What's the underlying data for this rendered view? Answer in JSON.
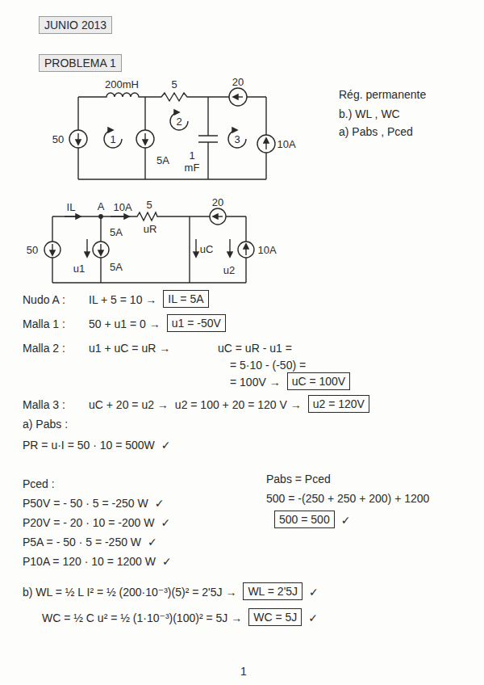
{
  "diagram": {
    "title": "JUNIO 2013",
    "nodes": [
      {
        "text": [
          "IL = 5A"
        ]
      },
      {
        "text": [
          "u1 = -50V"
        ]
      },
      {
        "text": [
          "uC = 100V"
        ]
      },
      {
        "text": [
          "u2 = 120V"
        ]
      },
      {
        "text": [
          "500 = 500"
        ]
      },
      {
        "text": [
          "WL = 2'5J"
        ]
      },
      {
        "text": [
          "WC = 5J"
        ]
      }
    ],
    "labels": [
      "PROBLEMA 1",
      "Rég. permanente",
      "b.) WL , WC",
      "a) Pabs , Pced",
      "50",
      "200mH",
      "5",
      "20",
      "1",
      "2",
      "3",
      "5A",
      "1 mF",
      "10A",
      "IL",
      "A",
      "10A",
      "5",
      "uR",
      "20",
      "50",
      "5A",
      "u1",
      "5A",
      "uC",
      "u2",
      "10A",
      "Nudo A :",
      "IL + 5 = 10 →",
      "Malla 1 :",
      "50 + u1 = 0 →",
      "Malla 2 :",
      "u1 + uC = uR →",
      "uC = uR - u1 =",
      "= 5·10 - (-50) =",
      "= 100V →",
      "Malla 3 :",
      "uC + 20 = u2 →",
      "u2 = 100 + 20 = 120 V →",
      "a) Pabs :",
      "PR = u·I = 50 · 10 = 500W",
      "✓",
      "Pced :",
      "P50V = - 50 · 5 = -250 W",
      "✓",
      "P20V = - 20 · 10 = -200 W",
      "✓",
      "P5A = - 50 · 5 = -250 W",
      "✓",
      "P10A = 120 · 10 = 1200 W",
      "✓",
      "Pabs = Pced",
      "500 = -(250 + 250 + 200) + 1200",
      "✓",
      "b)  WL = ½ L I² = ½ (200·10⁻³)(5)² = 2'5J →",
      "✓",
      "WC = ½ C u² = ½ (1·10⁻³)(100)² = 5J →",
      "✓",
      "1"
    ]
  }
}
